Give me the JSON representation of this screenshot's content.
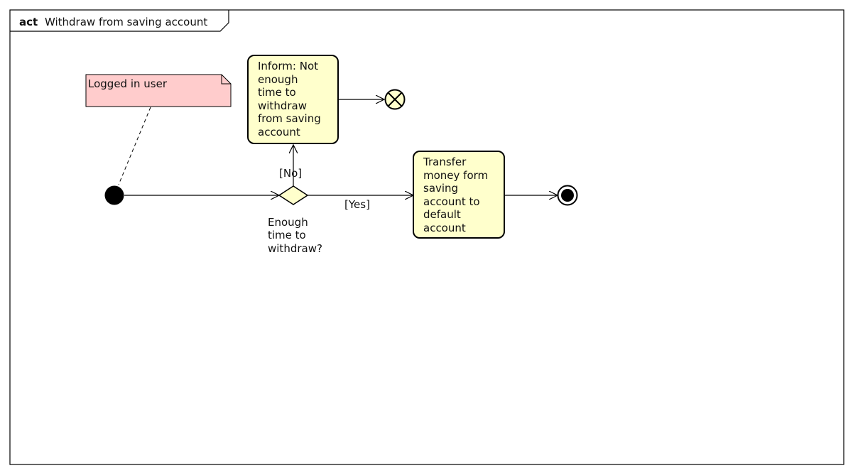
{
  "frame": {
    "keyword": "act",
    "title": "Withdraw from saving account"
  },
  "note": {
    "text": "Logged in user",
    "fill": "#ffcccc"
  },
  "decision": {
    "label_lines": [
      "Enough",
      "time to",
      "withdraw?"
    ]
  },
  "guards": {
    "no": "[No]",
    "yes": "[Yes]"
  },
  "actions": {
    "inform": {
      "lines": [
        "Inform: Not",
        "enough",
        "time to",
        "withdraw",
        "from saving",
        "account"
      ]
    },
    "transfer": {
      "lines": [
        "Transfer",
        "money form",
        "saving",
        "account to",
        "default",
        "account"
      ]
    }
  },
  "colors": {
    "action_fill": "#ffffcc",
    "stroke": "#000000"
  },
  "icons": [
    "initial-node-icon",
    "decision-node-icon",
    "flow-final-icon",
    "activity-final-icon"
  ]
}
